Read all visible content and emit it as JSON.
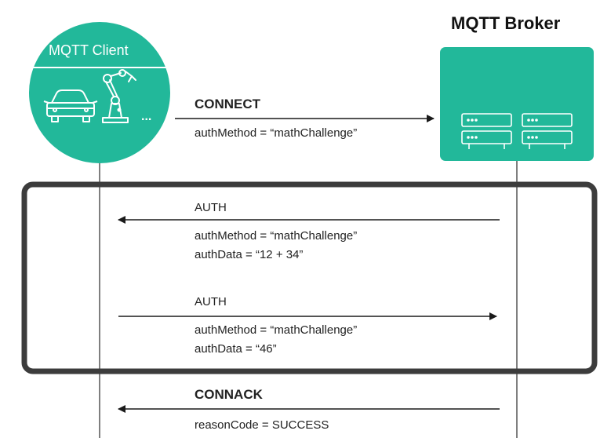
{
  "client": {
    "title": "MQTT Client",
    "more": "...",
    "color": "#22b89a"
  },
  "broker": {
    "title": "MQTT Broker",
    "color": "#22b89a"
  },
  "frame_color": "#3c3c3c",
  "messages": [
    {
      "name": "CONNECT",
      "direction": "to-broker",
      "lines": [
        "authMethod = “mathChallenge”"
      ]
    },
    {
      "name": "AUTH",
      "direction": "to-client",
      "lines": [
        "authMethod = “mathChallenge”",
        "authData = “12 + 34”"
      ]
    },
    {
      "name": "AUTH",
      "direction": "to-broker",
      "lines": [
        "authMethod = “mathChallenge”",
        "authData = “46”"
      ]
    },
    {
      "name": "CONNACK",
      "direction": "to-client",
      "lines": [
        "reasonCode = SUCCESS"
      ]
    }
  ]
}
